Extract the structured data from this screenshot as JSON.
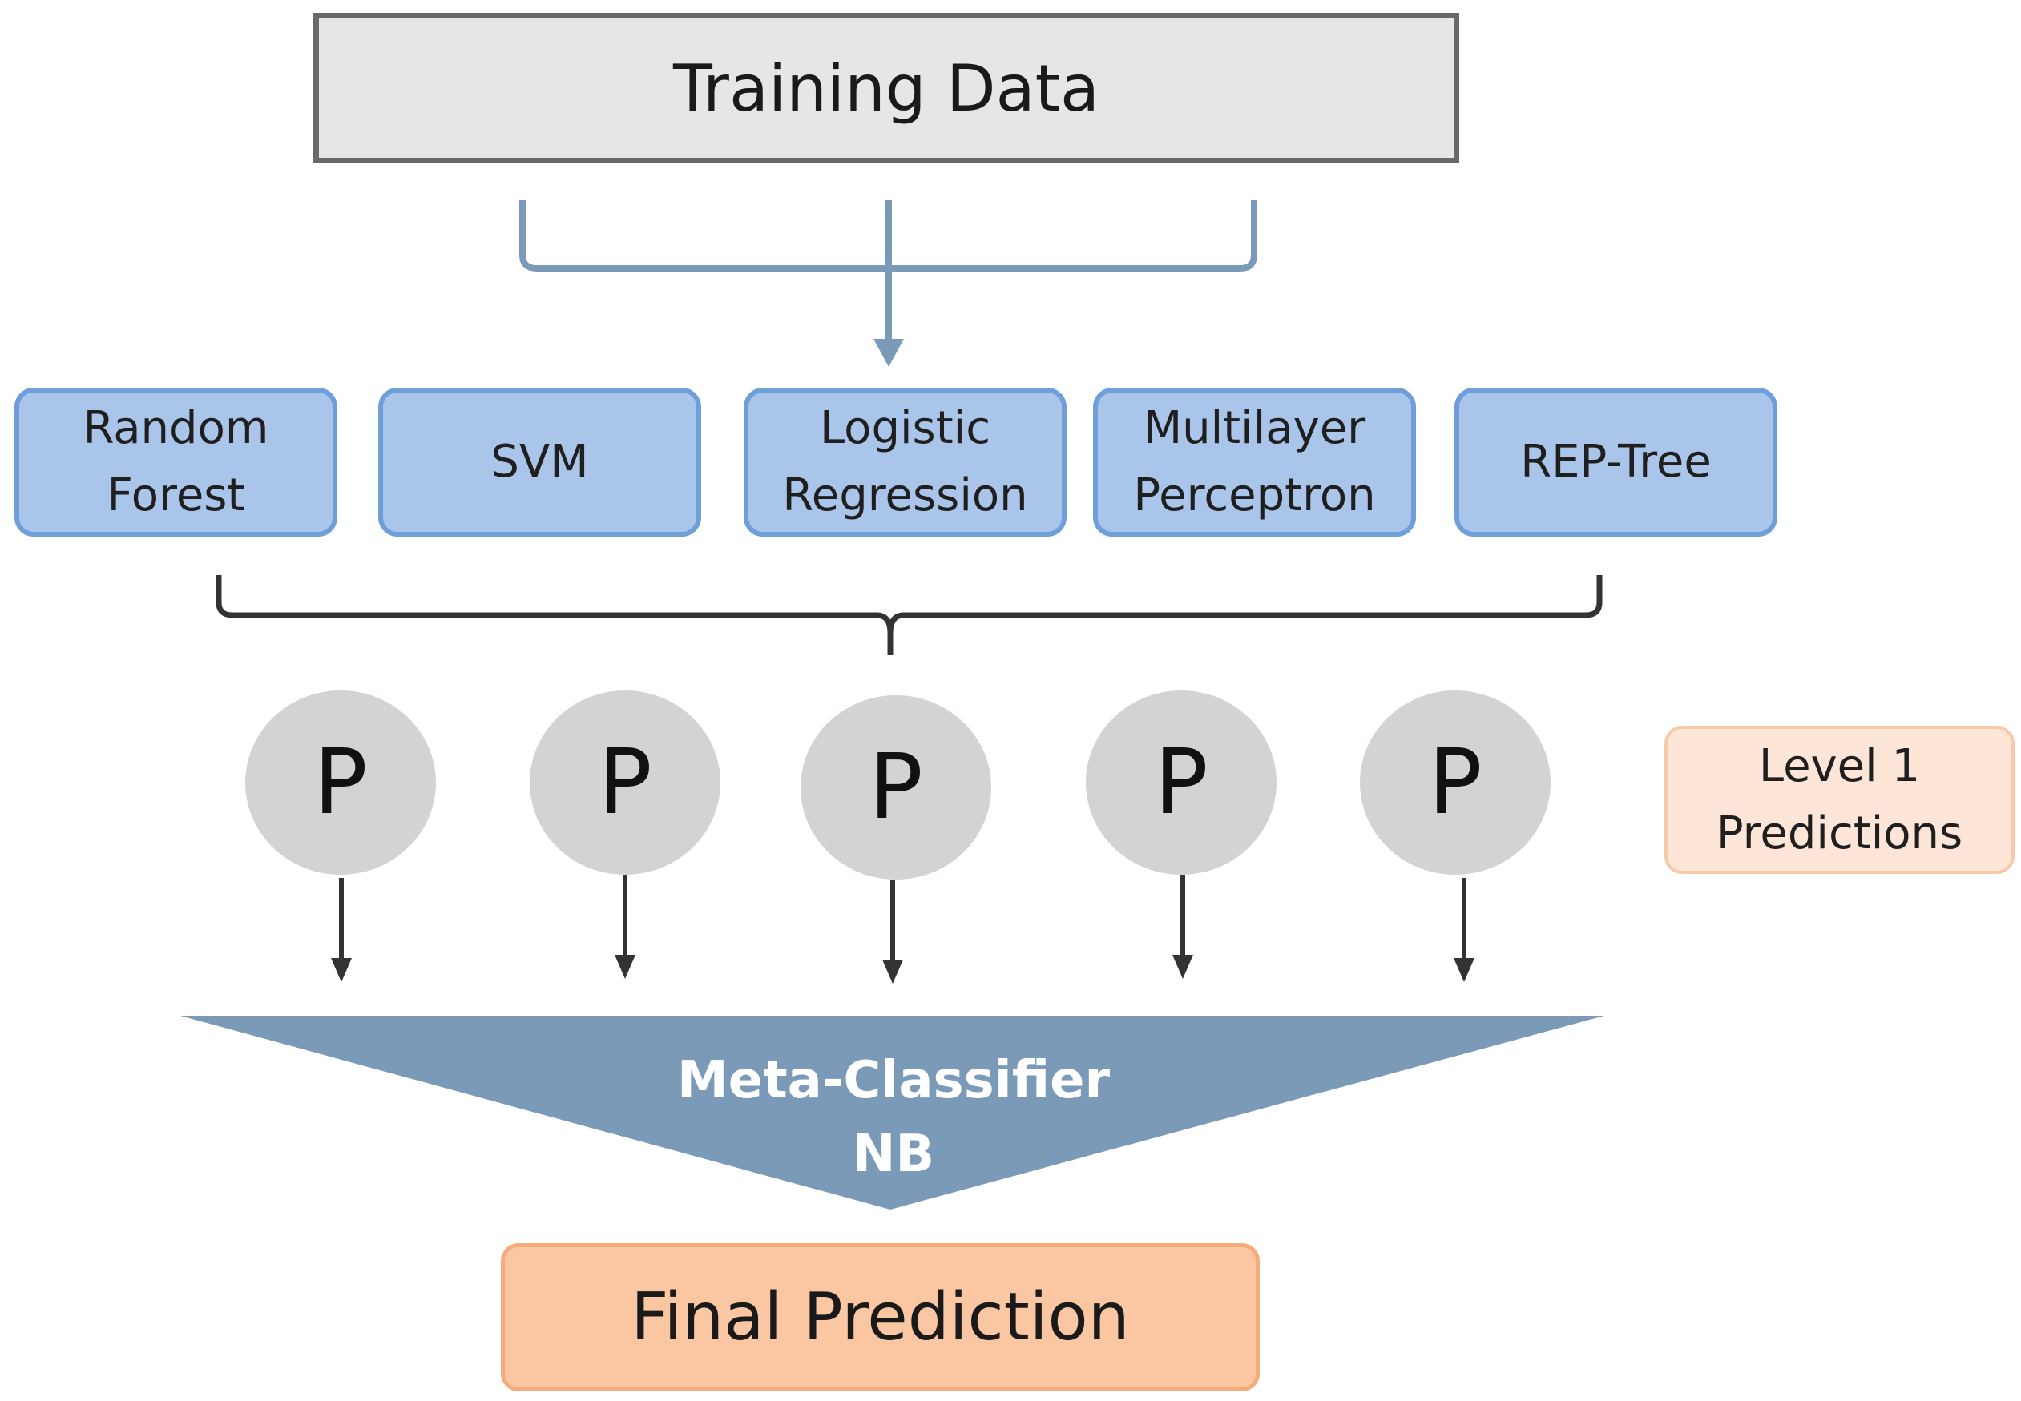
{
  "training": {
    "label": "Training Data"
  },
  "models": [
    {
      "label": "Random\nForest"
    },
    {
      "label": "SVM"
    },
    {
      "label": "Logistic\nRegression"
    },
    {
      "label": "Multilayer\nPerceptron"
    },
    {
      "label": "REP-Tree"
    }
  ],
  "predictions": [
    {
      "label": "P"
    },
    {
      "label": "P"
    },
    {
      "label": "P"
    },
    {
      "label": "P"
    },
    {
      "label": "P"
    }
  ],
  "level": {
    "label": "Level 1\nPredictions"
  },
  "meta": {
    "line1": "Meta-Classifier",
    "line2": "NB"
  },
  "final": {
    "label": "Final Prediction"
  },
  "colors": {
    "training_fill": "#e6e6e6",
    "training_border": "#6a6a6a",
    "model_fill": "#aac5ea",
    "model_border": "#6f9fd8",
    "bracket_top": "#7a9ab8",
    "bracket_mid": "#333333",
    "prediction_fill": "#d5d2d2",
    "meta_fill": "#7a9ab8",
    "level_fill": "#fde6d8",
    "final_fill": "#fbc7a3"
  }
}
